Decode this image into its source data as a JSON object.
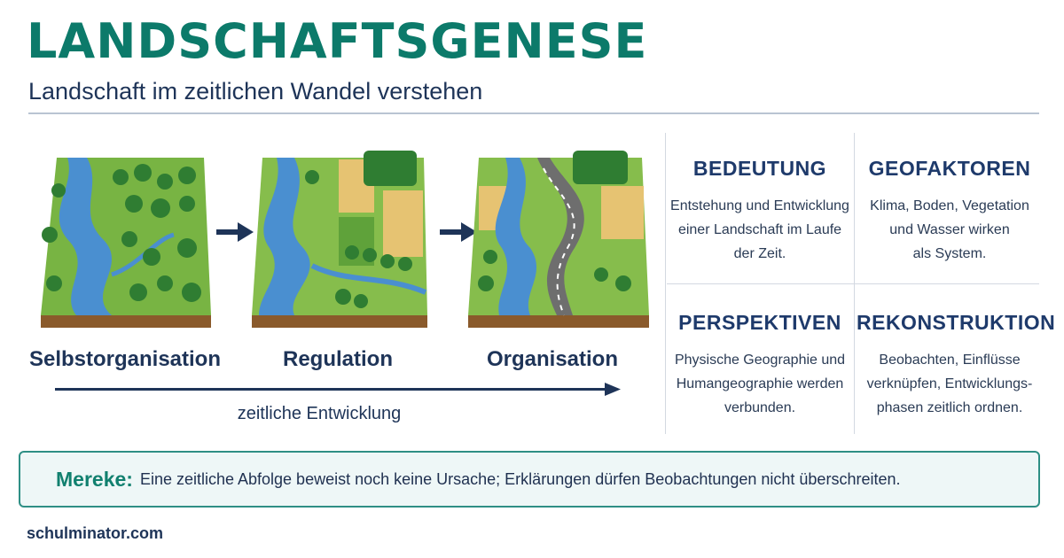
{
  "header": {
    "title": "LANDSCHAFTSGENESE",
    "subtitle": "Landschaft im zeitlichen Wandel verstehen"
  },
  "stages": [
    {
      "label": "Selbstorganisation"
    },
    {
      "label": "Regulation"
    },
    {
      "label": "Organisation"
    }
  ],
  "timeline": {
    "label": "zeitliche Entwicklung"
  },
  "info_cards": [
    {
      "title": "BEDEUTUNG",
      "lines": [
        "Entstehung und Entwicklung",
        "einer Landschaft im Laufe",
        "der Zeit."
      ]
    },
    {
      "title": "GEOFAKTOREN",
      "lines": [
        "Klima, Boden, Vegetation",
        "und Wasser wirken",
        "als System."
      ]
    },
    {
      "title": "PERSPEKTIVEN",
      "lines": [
        "Physische Geographie und",
        "Humangeographie werden",
        "verbunden."
      ]
    },
    {
      "title": "REKONSTRUKTION",
      "lines": [
        "Beobachten, Einflüsse",
        "verknüpfen, Entwicklungs-",
        "phasen zeitlich ordnen."
      ]
    }
  ],
  "note": {
    "key": "Mereke:",
    "text": "Eine zeitliche Abfolge beweist noch keine Ursache; Erklärungen dürfen Beobachtungen nicht überschreiten."
  },
  "footer": {
    "site": "schulminator.com"
  },
  "colors": {
    "accent": "#0c7a6a",
    "navy": "#1e3458",
    "river": "#4a8fd0",
    "grass": "#78b443",
    "soil": "#8a5a2b",
    "field": "#e6c372",
    "road": "#6e6e6e"
  }
}
